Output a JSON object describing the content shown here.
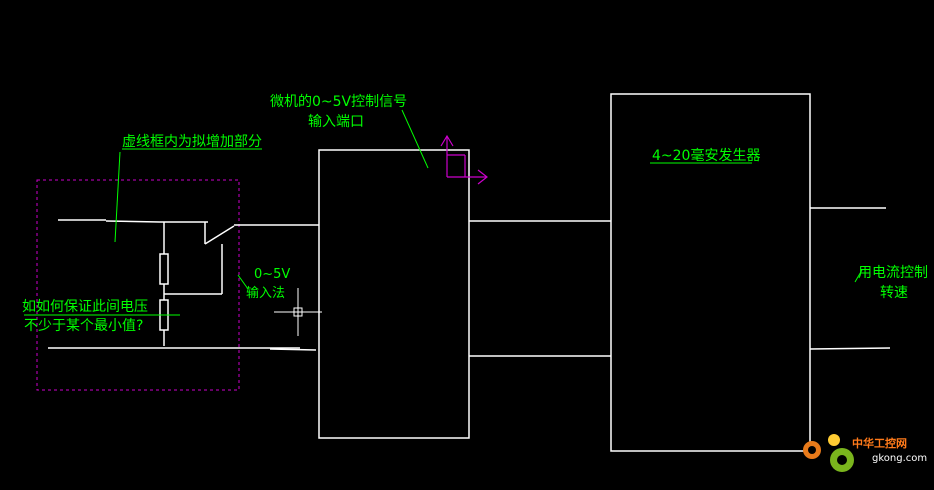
{
  "colors": {
    "background": "#000000",
    "line": "#ffffff",
    "text": "#00ff00",
    "dashed_box": "#cc00cc",
    "ucs_icon": "#cc00cc"
  },
  "labels": {
    "dashed_note": "虚线框内为拟增加部分",
    "mcu_signal_line1": "微机的0~5V控制信号",
    "mcu_signal_line2": "输入端口",
    "generator": "4~20毫安发生器",
    "input_range": "0~5V",
    "input_method": "输入法",
    "question_line1": "如如何保证此间电压",
    "question_line2": "不少于某个最小值?",
    "control_line1": "用电流控制",
    "control_line2": "转速"
  },
  "watermark": {
    "cn": "中华工控网",
    "en": "gkong.com"
  },
  "icons": [
    "ucs-icon",
    "crosshair-cursor-icon",
    "gear-logo-icon"
  ]
}
